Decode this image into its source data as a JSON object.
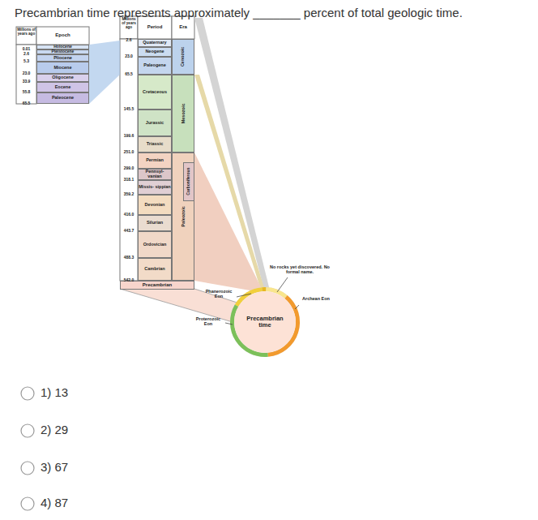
{
  "diagram": {
    "nodes": [
      {
        "text": [
          "Holocene"
        ]
      },
      {
        "text": [
          "Pleistocene"
        ]
      },
      {
        "text": [
          "Pliocene"
        ]
      },
      {
        "text": [
          "Miocene"
        ]
      },
      {
        "text": [
          "Oligocene"
        ]
      },
      {
        "text": [
          "Eocene"
        ]
      },
      {
        "text": [
          "Paleocene"
        ]
      },
      {
        "text": [
          "Quaternary"
        ]
      },
      {
        "text": [
          "Neogene"
        ]
      },
      {
        "text": [
          "Paleogene"
        ]
      },
      {
        "text": [
          "Cretaceous"
        ]
      },
      {
        "text": [
          "Jurassic"
        ]
      },
      {
        "text": [
          "Triassic"
        ]
      },
      {
        "text": [
          "Permian"
        ]
      },
      {
        "text": [
          "Pennsyl- vanian"
        ]
      },
      {
        "text": [
          "Missis- sippian"
        ]
      },
      {
        "text": [
          "Devonian"
        ]
      },
      {
        "text": [
          "Silurian"
        ]
      },
      {
        "text": [
          "Ordovician"
        ]
      },
      {
        "text": [
          "Cambrian"
        ]
      },
      {
        "text": [
          "Precambrian"
        ]
      },
      {
        "text": [
          "Cenozoic"
        ]
      },
      {
        "text": [
          "Mesozoic"
        ]
      },
      {
        "text": [
          "Paleozoic"
        ]
      },
      {
        "text": [
          "Carboniferous"
        ],
        "in": 23
      },
      {
        "text": [
          "Precambrian time"
        ]
      }
    ],
    "labels": [
      "Precambrian time represents approximately _______ percent of total geologic time.",
      "Millions of years ago",
      "Epoch",
      "0.01",
      "2.6",
      "5.3",
      "23.0",
      "33.9",
      "55.8",
      "65.5",
      "Millions of years ago",
      "Period",
      "Era",
      "2.6",
      "23.0",
      "65.5",
      "145.5",
      "199.6",
      "251.0",
      "299.0",
      "318.1",
      "359.2",
      "416.0",
      "443.7",
      "488.3",
      "542.0",
      "No rocks yet discovered. No formal name.",
      "Phanerozoic Eon",
      "Archean Eon",
      "Proterozoic Eon",
      "1) 13",
      "2) 29",
      "3) 67",
      "4) 87"
    ]
  }
}
